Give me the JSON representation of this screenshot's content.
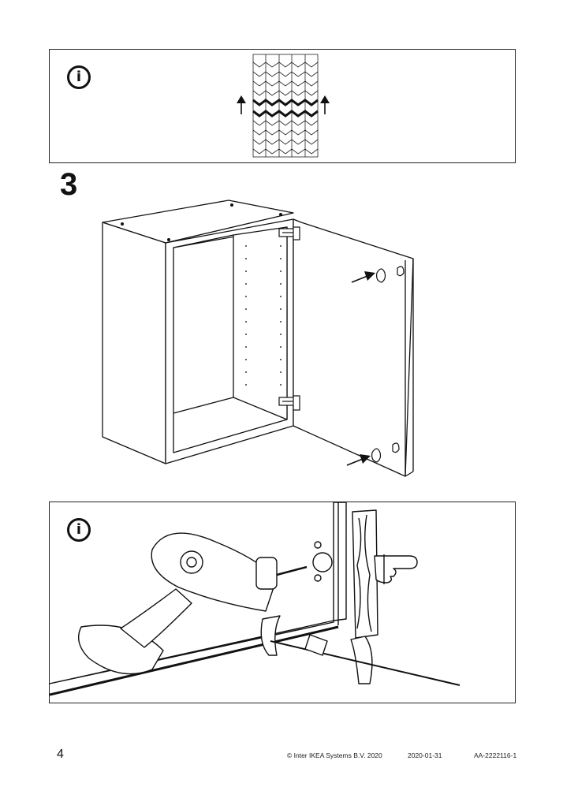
{
  "info_symbol": "i",
  "step": {
    "number": "3"
  },
  "icons": [
    "info-icon",
    "hinge-icon",
    "arrow-up-icon",
    "arrow-right-icon",
    "drill-icon",
    "pointing-hand-icon"
  ],
  "colors": {
    "ink": "#111111",
    "background": "#ffffff"
  },
  "footer": {
    "page_number": "4",
    "copyright": "© Inter IKEA Systems B.V. 2020",
    "date": "2020-01-31",
    "doc_id": "AA-2222116-1"
  }
}
